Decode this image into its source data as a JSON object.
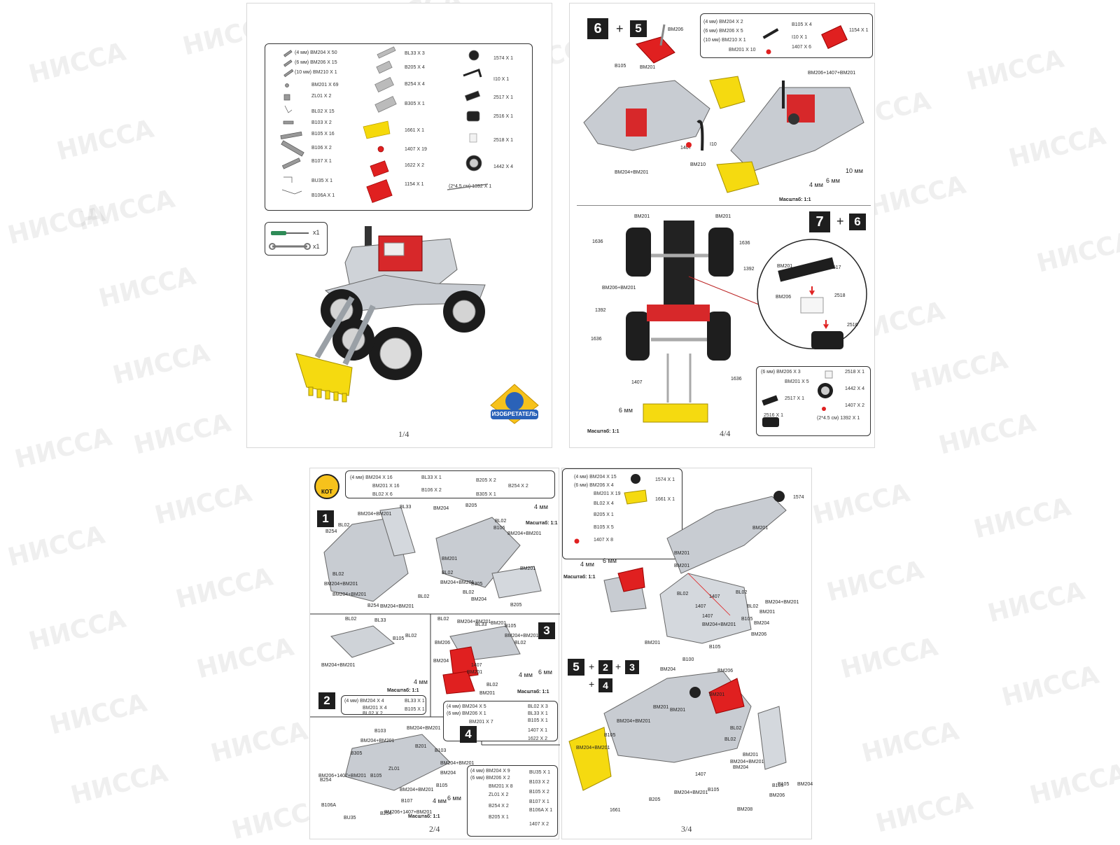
{
  "watermark_text": "НИССА",
  "brand_badge": "ИЗОБРЕТАТЕЛЬ",
  "brand_logo": "КОТ",
  "tools": {
    "screwdriver": "x1",
    "wrench": "x1"
  },
  "page1": {
    "number": "1/4",
    "parts_col1": [
      "(4 мм) BM204 X 50",
      "(6 мм) BM206 X 15",
      "(10 мм) BM210 X 1",
      "BM201 X 69",
      "ZL01 X 2",
      "BL02 X 15",
      "B103 X 2",
      "B105 X 16",
      "B106 X 2",
      "B107 X 1",
      "BU35 X 1",
      "B106A X 1"
    ],
    "parts_col2": [
      "BL33 X 3",
      "B205 X 4",
      "B254 X 4",
      "B305 X 1",
      "1661 X 1",
      "1407 X 19",
      "1622 X 2",
      "1154 X 1"
    ],
    "parts_col3": [
      "1574 X 1",
      "I10 X 1",
      "2517 X 1",
      "2516 X 1",
      "2518 X 1",
      "1442 X 4",
      "(2*4.5 см) 1392 X 1"
    ]
  },
  "page4": {
    "number": "4/4",
    "step_a": "6",
    "step_a_plus": "5",
    "parts_a_left": [
      "(4 мм) BM204 X 2",
      "(6 мм) BM206 X 5",
      "(10 мм) BM210 X 1",
      "BM201 X 10"
    ],
    "parts_a_mid": [
      "B105 X 4",
      "I10 X 1",
      "1407 X 6"
    ],
    "parts_a_right": [
      "1154 X 1"
    ],
    "labels_a": [
      "BM206",
      "B105",
      "BM201",
      "BM201",
      "1407",
      "I10",
      "BM210",
      "BM204+BM201",
      "BM206+1407+BM201"
    ],
    "mm_labels": [
      "4 мм",
      "6 мм",
      "10 мм"
    ],
    "scale": "Масштаб: 1:1",
    "step_b": "7",
    "step_b_plus": "6",
    "labels_b": [
      "BM201",
      "BM201",
      "1636",
      "1636",
      "1392",
      "BM206+BM201",
      "1392",
      "1636",
      "1407",
      "1636"
    ],
    "circle_labels": [
      "BM201",
      "2517",
      "BM206",
      "2518",
      "2516"
    ],
    "parts_b": [
      "(6 мм) BM206 X 3",
      "BM201 X 5",
      "2517 X 1",
      "2516 X 1",
      "2518 X 1",
      "1442 X 4",
      "1407 X 2",
      "(2*4.5 см) 1392 X 1"
    ],
    "mm_b": "6 мм"
  },
  "page2": {
    "number": "2/4",
    "top_parts": [
      "(4 мм) BM204 X 16",
      "BM201 X 16",
      "BL02 X 6",
      "BL33 X 1",
      "B106 X 2",
      "B205 X 2",
      "B305 X 1",
      "B254 X 2"
    ],
    "step1": "1",
    "step1_labels": [
      "BL33",
      "BL02",
      "B254",
      "BM204+BM201",
      "BL02",
      "BM204+BM201",
      "BM204+BM201",
      "B254",
      "BM204+BM201",
      "BL02",
      "BM204",
      "B205",
      "BL02",
      "B106",
      "BM201",
      "BM204+BM201",
      "BL02",
      "BM204+BM201",
      "B305",
      "BM201",
      "BL02",
      "BM204",
      "B205"
    ],
    "mm_4": "4 мм",
    "scale": "Масштаб: 1:1",
    "step2": "2",
    "step2_labels": [
      "BL02",
      "BL33",
      "B105",
      "BL02",
      "BM204+BM201"
    ],
    "step2_parts": [
      "(4 мм) BM204 X 4",
      "BM201 X 4",
      "BL02 X 2",
      "BL33 X 1",
      "B105 X 1"
    ],
    "step3": "3",
    "step3_labels": [
      "BL02",
      "BM204+BM201",
      "BL33",
      "BM201",
      "B105",
      "BM204+BM201",
      "BL02",
      "BM206",
      "BM204",
      "1407",
      "BM201",
      "BL02",
      "BM201"
    ],
    "step3_parts": [
      "(4 мм) BM204 X 5",
      "(6 мм) BM206 X 1",
      "BM201 X 7",
      "BL02 X 3",
      "BL33 X 1",
      "B105 X 1",
      "1407 X 1",
      "1622 X 2"
    ],
    "mm_6": "6 мм",
    "step4": "4",
    "step4_labels": [
      "B103",
      "BM204+BM201",
      "BM204+BM201",
      "B201",
      "B103",
      "B305",
      "ZL01",
      "BM204+BM201",
      "BM206+1407+BM201",
      "B105",
      "B254",
      "BM204+BM201",
      "B105",
      "B107",
      "B106A",
      "BU35",
      "B254",
      "BM206+1407+BM201",
      "BM204"
    ],
    "step4_parts": [
      "(4 мм) BM204 X 9",
      "(6 мм) BM206 X 2",
      "BM201 X 8",
      "ZL01 X 2",
      "B254 X 2",
      "B205 X 1",
      "BU35 X 1",
      "B103 X 2",
      "B105 X 2",
      "B107 X 1",
      "B106A X 1",
      "1407 X 2"
    ]
  },
  "page3": {
    "number": "3/4",
    "parts_left": [
      "(4 мм) BM204 X 15",
      "(6 мм) BM206 X 4",
      "BM201 X 19",
      "BL02 X 4",
      "B205 X 1",
      "B105 X 5",
      "1407 X 8"
    ],
    "parts_right": [
      "1574 X 1",
      "1661 X 1"
    ],
    "labels_top": [
      "1574",
      "BM201",
      "BM201",
      "BM201",
      "BL02",
      "1407",
      "1407",
      "1407",
      "BL02",
      "BM204+BM201",
      "BM204+BM201",
      "BL02",
      "BM201",
      "B105",
      "BM204",
      "BM206",
      "BM201",
      "B105",
      "B100",
      "BM204",
      "BM206"
    ],
    "step5_seq": [
      "5",
      "2",
      "3",
      "4"
    ],
    "labels_bottom": [
      "BM201",
      "BM201",
      "BM201",
      "BM204+BM201",
      "B105",
      "BM204+BM201",
      "BL02",
      "BL02",
      "BM201",
      "BM204+BM201",
      "BM204",
      "1407",
      "1661",
      "B205",
      "BM204+BM201",
      "B105",
      "BM208",
      "B105",
      "B105",
      "BM206",
      "BM204"
    ],
    "scale": "Масштаб: 1:1"
  }
}
